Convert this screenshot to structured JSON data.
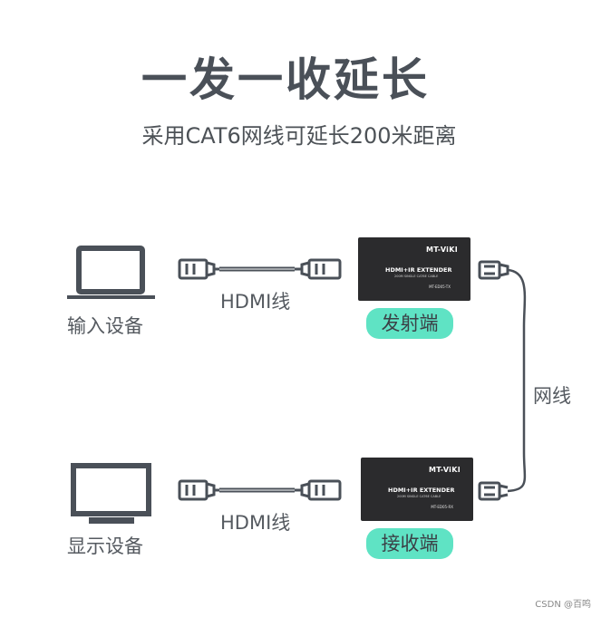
{
  "header": {
    "title": "一发一收延长",
    "subtitle": "采用CAT6网线可延长200米距离"
  },
  "source": {
    "label": "输入设备"
  },
  "display": {
    "label": "显示设备"
  },
  "cables": {
    "hdmi_top_label": "HDMI线",
    "hdmi_bottom_label": "HDMI线",
    "network_label": "网线"
  },
  "transmitter": {
    "badge": "发射端",
    "brand": "MT-ViKI",
    "product": "HDMI+IR EXTENDER",
    "subtext": "200M SINGLE CAT6E CABLE",
    "model": "MT-ED05-TX"
  },
  "receiver": {
    "badge": "接收端",
    "brand": "MT-ViKI",
    "product": "HDMI+IR EXTENDER",
    "subtext": "200M SINGLE CAT6E CABLE",
    "model": "MT-ED05-RX"
  },
  "colors": {
    "badge": "#5fe3c4",
    "line": "#4a5058",
    "device": "#2b2b2d"
  },
  "watermark": "CSDN @百鸣"
}
